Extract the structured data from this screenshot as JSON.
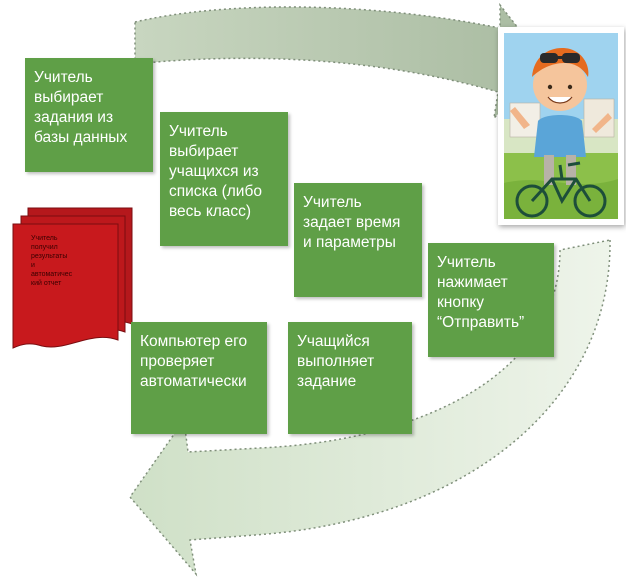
{
  "steps": [
    {
      "lines": [
        "Учитель",
        "выбирает",
        "задания из",
        "базы данных"
      ]
    },
    {
      "lines": [
        "Учитель",
        "выбирает",
        "учащихся из",
        "списка (либо",
        "весь класс)"
      ]
    },
    {
      "lines": [
        "Учитель",
        "задает время",
        "и параметры"
      ]
    },
    {
      "lines": [
        "Учитель",
        "нажимает",
        "кнопку",
        "“Отправить”"
      ]
    },
    {
      "lines": [
        "Учащийся",
        "выполняет",
        "задание"
      ]
    },
    {
      "lines": [
        "Компьютер его",
        "проверяет",
        "автоматически"
      ]
    }
  ],
  "report": {
    "lines": [
      "Учитель",
      "получил",
      "результаты",
      "и",
      "автоматичес",
      "кий отчет"
    ]
  },
  "colors": {
    "step_fill": "#5f9f47",
    "arrow_fill": "#c9d8c3",
    "report_fill": "#c8191d"
  },
  "icons": {
    "illustration": "boy-on-bicycle-icon"
  }
}
